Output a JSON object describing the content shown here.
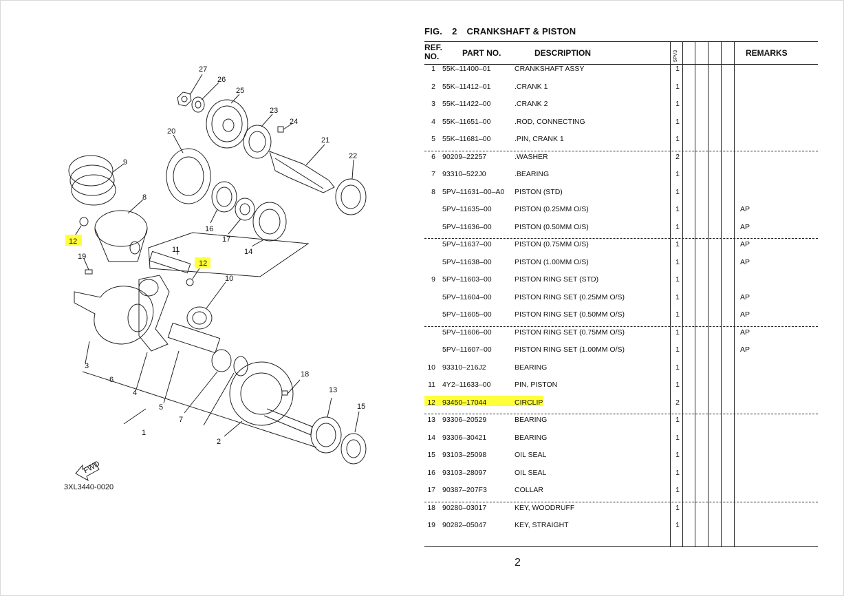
{
  "figure": {
    "fig_label": "FIG.",
    "fig_number": "2",
    "title": "CRANKSHAFT & PISTON"
  },
  "table": {
    "headers": {
      "ref_line1": "REF.",
      "ref_line2": "NO.",
      "part_no": "PART NO.",
      "description": "DESCRIPTION",
      "model": "5PV3",
      "remarks": "REMARKS"
    },
    "rows": [
      {
        "ref": "1",
        "part": "55K–11400–01",
        "desc": "CRANKSHAFT ASSY",
        "qty": "1",
        "remarks": ""
      },
      {
        "ref": "2",
        "part": "55K–11412–01",
        "desc": ".CRANK 1",
        "qty": "1",
        "remarks": ""
      },
      {
        "ref": "3",
        "part": "55K–11422–00",
        "desc": ".CRANK 2",
        "qty": "1",
        "remarks": ""
      },
      {
        "ref": "4",
        "part": "55K–11651–00",
        "desc": ".ROD, CONNECTING",
        "qty": "1",
        "remarks": ""
      },
      {
        "ref": "5",
        "part": "55K–11681–00",
        "desc": ".PIN, CRANK 1",
        "qty": "1",
        "remarks": ""
      },
      {
        "ref": "6",
        "part": "90209–22257",
        "desc": ".WASHER",
        "qty": "2",
        "remarks": ""
      },
      {
        "ref": "7",
        "part": "93310–522J0",
        "desc": ".BEARING",
        "qty": "1",
        "remarks": ""
      },
      {
        "ref": "8",
        "part": "5PV–11631–00–A0",
        "desc": "PISTON (STD)",
        "qty": "1",
        "remarks": ""
      },
      {
        "ref": "",
        "part": "5PV–11635–00",
        "desc": "PISTON (0.25MM O/S)",
        "qty": "1",
        "remarks": "AP"
      },
      {
        "ref": "",
        "part": "5PV–11636–00",
        "desc": "PISTON (0.50MM O/S)",
        "qty": "1",
        "remarks": "AP"
      },
      {
        "ref": "",
        "part": "5PV–11637–00",
        "desc": "PISTON (0.75MM O/S)",
        "qty": "1",
        "remarks": "AP"
      },
      {
        "ref": "",
        "part": "5PV–11638–00",
        "desc": "PISTON (1.00MM O/S)",
        "qty": "1",
        "remarks": "AP"
      },
      {
        "ref": "9",
        "part": "5PV–11603–00",
        "desc": "PISTON RING SET (STD)",
        "qty": "1",
        "remarks": ""
      },
      {
        "ref": "",
        "part": "5PV–11604–00",
        "desc": "PISTON RING SET (0.25MM O/S)",
        "qty": "1",
        "remarks": "AP"
      },
      {
        "ref": "",
        "part": "5PV–11605–00",
        "desc": "PISTON RING SET (0.50MM O/S)",
        "qty": "1",
        "remarks": "AP"
      },
      {
        "ref": "",
        "part": "5PV–11606–00",
        "desc": "PISTON RING SET (0.75MM O/S)",
        "qty": "1",
        "remarks": "AP"
      },
      {
        "ref": "",
        "part": "5PV–11607–00",
        "desc": "PISTON RING SET (1.00MM O/S)",
        "qty": "1",
        "remarks": "AP"
      },
      {
        "ref": "10",
        "part": "93310–216J2",
        "desc": "BEARING",
        "qty": "1",
        "remarks": ""
      },
      {
        "ref": "11",
        "part": "4Y2–11633–00",
        "desc": "PIN, PISTON",
        "qty": "1",
        "remarks": ""
      },
      {
        "ref": "12",
        "part": "93450–17044",
        "desc": "CIRCLIP",
        "qty": "2",
        "remarks": ""
      },
      {
        "ref": "13",
        "part": "93306–20529",
        "desc": "BEARING",
        "qty": "1",
        "remarks": ""
      },
      {
        "ref": "14",
        "part": "93306–30421",
        "desc": "BEARING",
        "qty": "1",
        "remarks": ""
      },
      {
        "ref": "15",
        "part": "93103–25098",
        "desc": "OIL SEAL",
        "qty": "1",
        "remarks": ""
      },
      {
        "ref": "16",
        "part": "93103–28097",
        "desc": "OIL SEAL",
        "qty": "1",
        "remarks": ""
      },
      {
        "ref": "17",
        "part": "90387–207F3",
        "desc": "COLLAR",
        "qty": "1",
        "remarks": ""
      },
      {
        "ref": "18",
        "part": "90280–03017",
        "desc": "KEY, WOODRUFF",
        "qty": "1",
        "remarks": ""
      },
      {
        "ref": "19",
        "part": "90282–05047",
        "desc": "KEY, STRAIGHT",
        "qty": "1",
        "remarks": ""
      }
    ]
  },
  "highlighted_ref": "12",
  "highlight_color": "#ffff3a",
  "diagram": {
    "code": "3XL3440-0020",
    "fwd_label": "FWD",
    "labels": [
      "27",
      "26",
      "25",
      "23",
      "24",
      "20",
      "21",
      "22",
      "9",
      "8",
      "16",
      "17",
      "14",
      "12",
      "12",
      "11",
      "10",
      "19",
      "3",
      "6",
      "4",
      "5",
      "7",
      "1",
      "2",
      "18",
      "13",
      "15"
    ]
  },
  "page_number": "2"
}
